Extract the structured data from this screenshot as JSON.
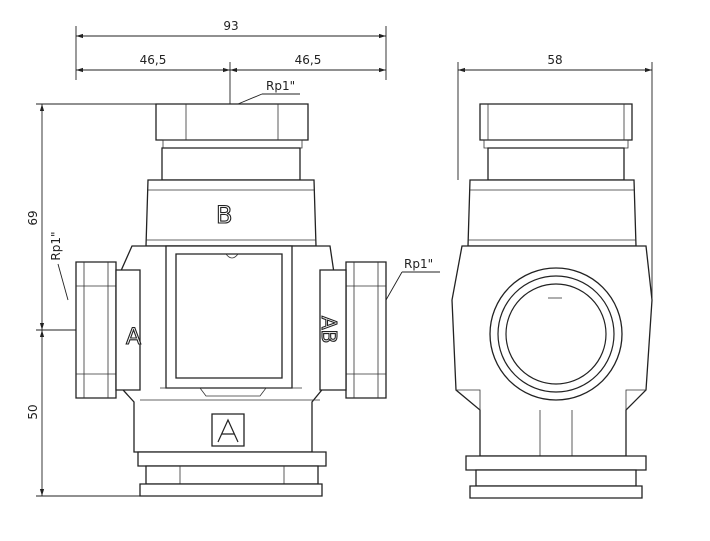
{
  "dimensions": {
    "overall_width": "93",
    "left_half": "46,5",
    "right_half": "46,5",
    "upper_height": "69",
    "lower_height": "50",
    "side_width": "58"
  },
  "thread_labels": {
    "top": "Rp1\"",
    "left": "Rp1\"",
    "right": "Rp1\""
  },
  "port_letters": {
    "top": "B",
    "left": "A",
    "right": "AB"
  }
}
